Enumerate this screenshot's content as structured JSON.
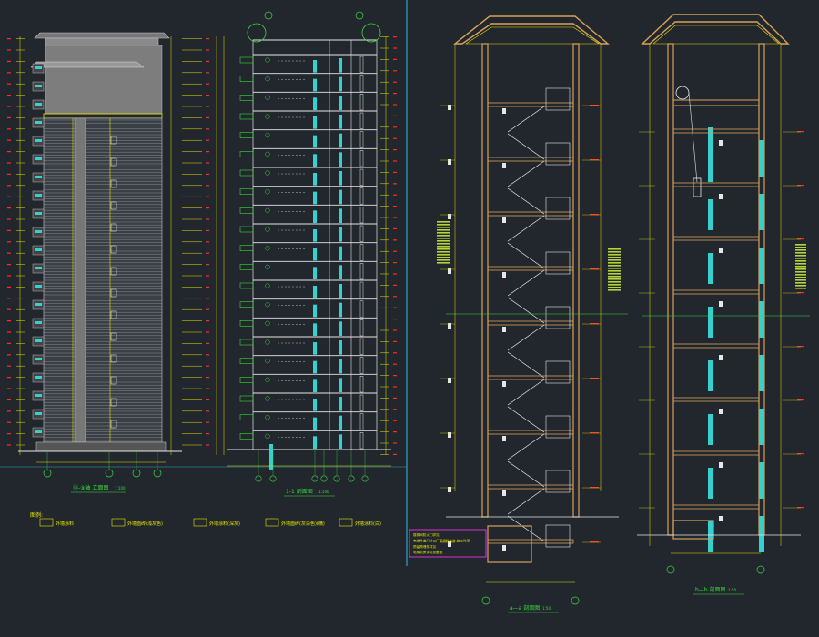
{
  "drawing": {
    "elevation_title": "⑮-⑨轴 立面图",
    "elevation_scale": "1:100",
    "section11_title": "1-1 剖面图",
    "section11_scale": "1:100",
    "stair_section_title": "a—a 剖面图",
    "stair_section_scale": "1:50",
    "elevator_section_title": "b—b 剖面图",
    "elevator_section_scale": "1:50",
    "legend_heading": "图例:",
    "legend_items": [
      "外墙涂料",
      "外墙面砖(浅灰色)",
      "外墙涂料(深灰)",
      "外墙面砖(灰白色)(横)",
      "外墙涂料(白)"
    ],
    "notes_box": [
      "楼梯间防火门详见",
      "电梯井道尺寸以厂家资料为准,施工时须",
      "预留预埋件详见",
      "电梯机房详见设备图"
    ],
    "grid_axis_labels": [
      "⑮",
      "⑫",
      "⑩",
      "⑨"
    ],
    "colors": {
      "background": "#22272e",
      "linework": "#e6e6e6",
      "dimension": "#e6e600",
      "accent_cyan": "#35d0d0",
      "accent_red": "#ff2a2a",
      "accent_green": "#3bd93b",
      "wall_orange": "#d6a15a",
      "frame_cyan": "#2aa8c8",
      "magenta": "#ff3bff"
    }
  }
}
